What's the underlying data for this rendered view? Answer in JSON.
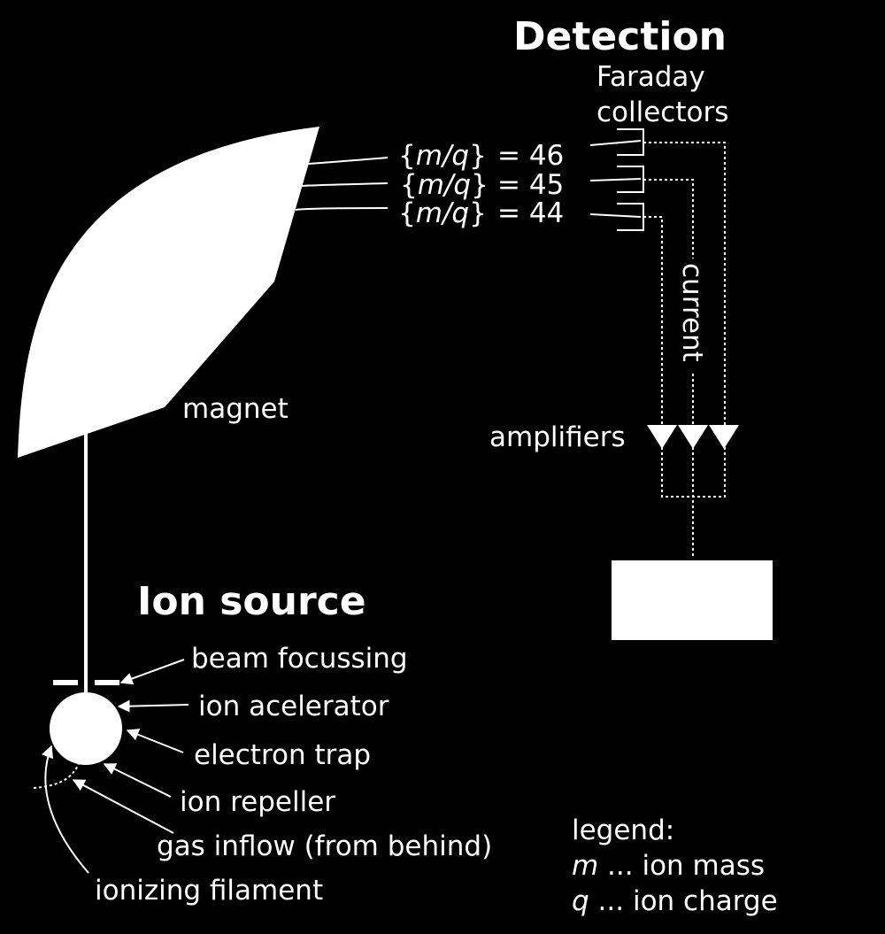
{
  "detection": {
    "title": "Detection",
    "faraday_line1": "Faraday",
    "faraday_line2": "collectors",
    "beams": [
      {
        "brace_open": "{",
        "m": "m",
        "slash": "/",
        "q": "q",
        "brace_close": "}",
        "eq": "= 46"
      },
      {
        "brace_open": "{",
        "m": "m",
        "slash": "/",
        "q": "q",
        "brace_close": "}",
        "eq": "= 45"
      },
      {
        "brace_open": "{",
        "m": "m",
        "slash": "/",
        "q": "q",
        "brace_close": "}",
        "eq": "= 44"
      }
    ],
    "current_label": "current",
    "amplifiers_label": "amplifiers"
  },
  "magnet": {
    "label": "magnet"
  },
  "ion_source": {
    "title": "Ion source",
    "components": [
      "beam focussing",
      "ion acelerator",
      "electron trap",
      "ion repeller",
      "gas inflow (from behind)",
      "ionizing filament"
    ]
  },
  "legend": {
    "title": "legend:",
    "m_symbol": "m",
    "m_text": " ... ion mass",
    "q_symbol": "q",
    "q_text": " ... ion charge"
  },
  "colors": {
    "background": "#000000",
    "foreground": "#ffffff"
  }
}
